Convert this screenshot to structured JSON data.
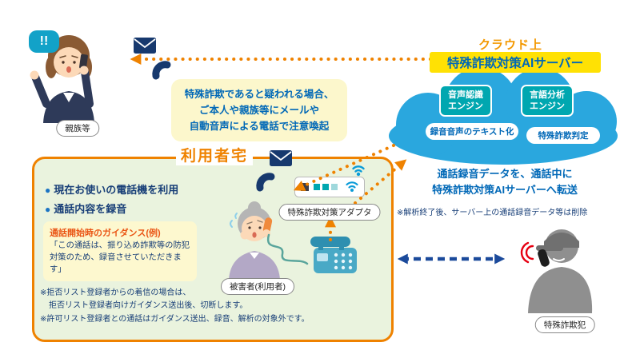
{
  "colors": {
    "accent_orange": "#ef8200",
    "cloud_blue": "#2aa7de",
    "banner_yellow": "#ffe104",
    "text_blue": "#0068b7",
    "text_navy": "#173e77",
    "engine_teal": "#00a7b0",
    "home_green": "#eaf3de",
    "note_yellow": "#fcf7cc",
    "alert_red": "#e60012",
    "arrow_blue": "#1b4a9b"
  },
  "icons": {
    "mail": "envelope",
    "phone_handset": "telephone-receiver",
    "wifi": "wifi-arcs",
    "alert_bubble": "!!"
  },
  "relatives": {
    "bubble": "!!",
    "label": "親族等"
  },
  "cloud": {
    "location": "クラウド上",
    "title": "特殊詐欺対策AIサーバー",
    "engine1": {
      "line1": "音声認識",
      "line2": "エンジン"
    },
    "engine2": {
      "line1": "言語分析",
      "line2": "エンジン"
    },
    "output1": "録音音声のテキスト化",
    "output2": "特殊詐欺判定"
  },
  "alert_callout": {
    "line1": "特殊詐欺であると疑われる場合、",
    "line2": "ご本人や親族等にメールや",
    "line3": "自動音声による電話で注意喚起"
  },
  "home": {
    "title": "利用者宅",
    "bullet_icon": "●",
    "bullet1": "現在お使いの電話機を利用",
    "bullet2": "通話内容を録音",
    "guidance_title": "通話開始時のガイダンス(例)",
    "guidance_line1": "「この通話は、振り込め詐欺等の防犯",
    "guidance_line2": "対策のため、録音させていただきます」",
    "adapter_label": "特殊詐欺対策アダプタ",
    "victim_label": "被害者(利用者)",
    "note1": "※拒否リスト登録者からの着信の場合は、",
    "note2": "拒否リスト登録者向けガイダンス送出後、切断します。",
    "note3": "※許可リスト登録者との通話はガイダンス送出、録音、解析の対象外です。"
  },
  "transfer": {
    "line1": "通話録音データを、通話中に",
    "line2": "特殊詐欺対策AIサーバーへ転送",
    "note": "※解析終了後、サーバー上の通話録音データ等は削除"
  },
  "criminal": {
    "label": "特殊詐欺犯"
  }
}
